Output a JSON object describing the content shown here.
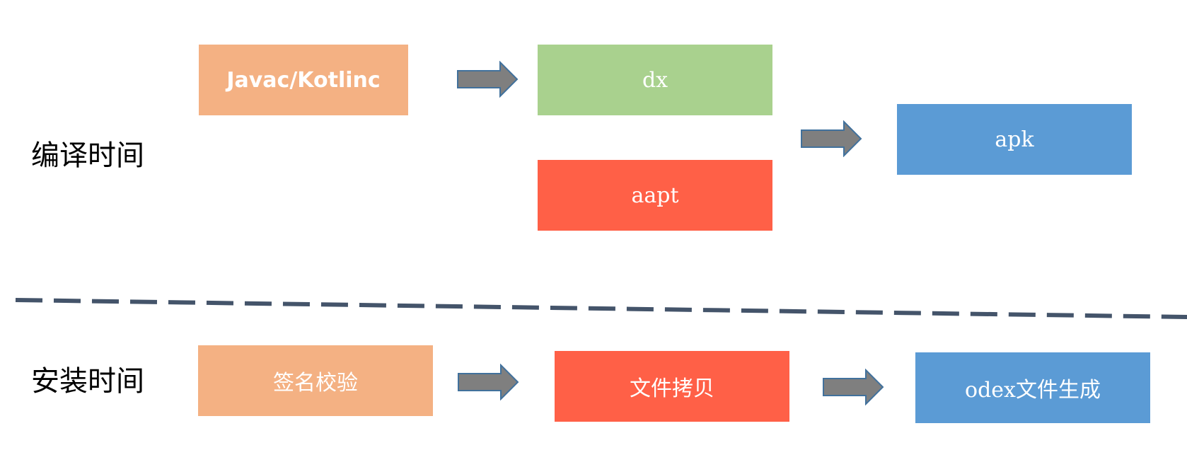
{
  "colors": {
    "orange": "#f4b183",
    "green": "#a9d18e",
    "red": "#ff6047",
    "blue": "#5b9bd5",
    "arrow_fill": "#7f7f7f",
    "arrow_stroke": "#41719c",
    "divider": "#44546a"
  },
  "compile": {
    "label": "编译时间",
    "javac": "Javac/Kotlinc",
    "dx": "dx",
    "aapt": "aapt",
    "apk": "apk"
  },
  "install": {
    "label": "安装时间",
    "verify": "签名校验",
    "copy": "文件拷贝",
    "odex": "odex文件生成"
  }
}
